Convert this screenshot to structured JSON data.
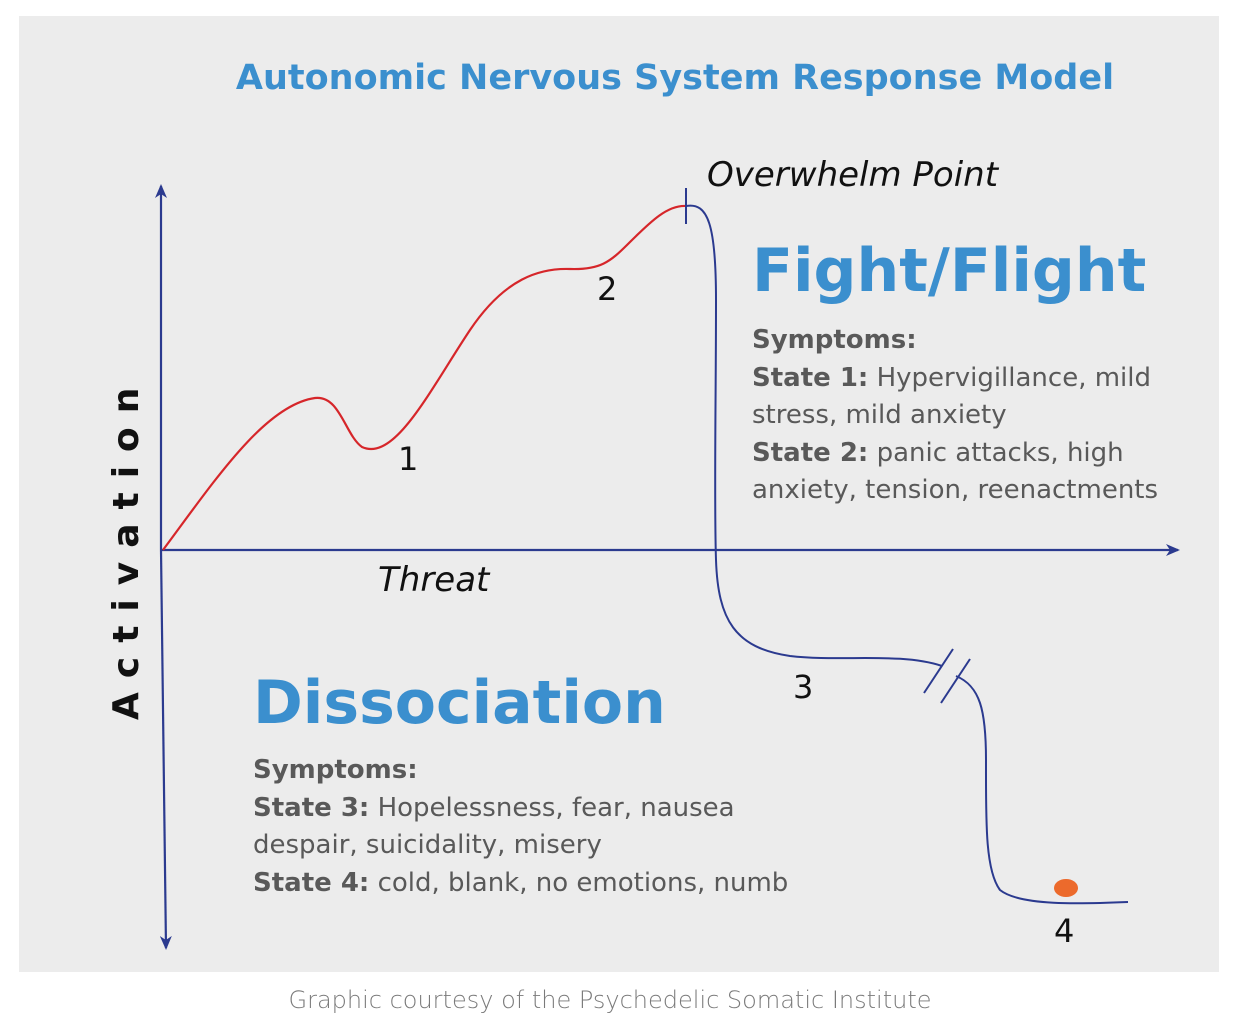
{
  "title": "Autonomic Nervous System Response Model",
  "axes": {
    "y_label": "Activation",
    "x_label": "Threat"
  },
  "overwhelm_label": "Overwhelm Point",
  "state_numbers": [
    "1",
    "2",
    "3",
    "4"
  ],
  "fight_flight": {
    "heading": "Fight/Flight",
    "symptoms_label": "Symptoms:",
    "state1_label": "State 1:",
    "state1_text_a": " Hypervigillance, mild",
    "state1_text_b": "stress, mild anxiety",
    "state2_label": "State 2:",
    "state2_text_a": " panic attacks, high",
    "state2_text_b": "anxiety, tension, reenactments"
  },
  "dissociation": {
    "heading": "Dissociation",
    "symptoms_label": "Symptoms:",
    "state3_label": "State 3:",
    "state3_text_a": " Hopelessness, fear, nausea",
    "state3_text_b": "despair, suicidality, misery",
    "state4_label": "State 4:",
    "state4_text": " cold, blank, no emotions, numb"
  },
  "credit": "Graphic courtesy of the Psychedelic Somatic Institute",
  "colors": {
    "accent_blue": "#3b8fce",
    "axis_navy": "#2b3a8f",
    "fight_curve_red": "#d6262a",
    "dissociation_curve_navy": "#2b3a8f",
    "marker_orange": "#ec6a2c",
    "panel_bg": "#ececec",
    "body_text": "#595959"
  }
}
